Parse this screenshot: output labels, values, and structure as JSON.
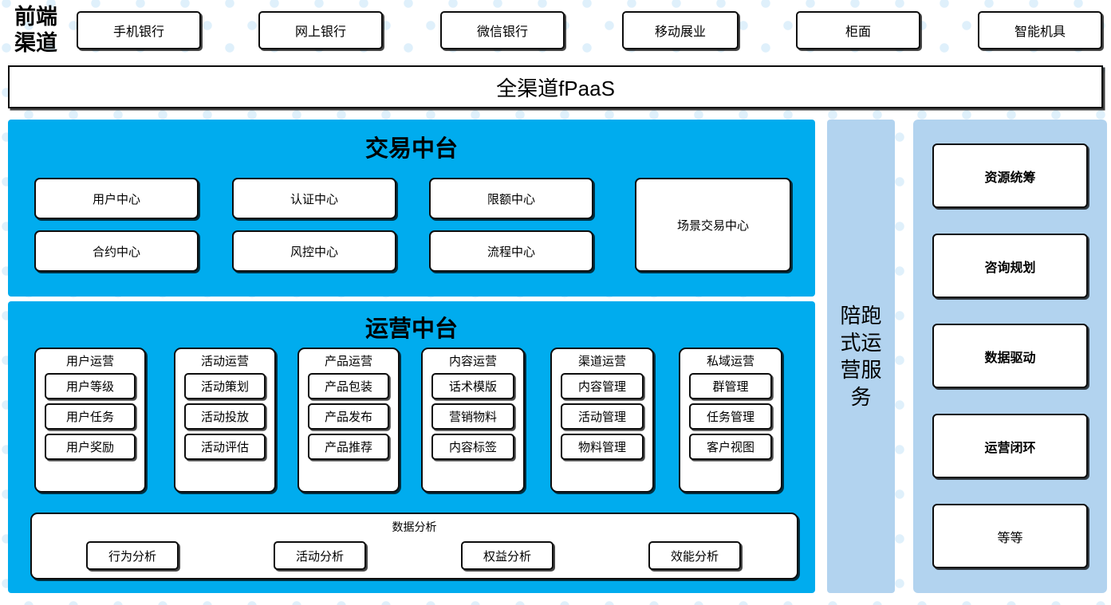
{
  "front_channel": {
    "label": "前端\n渠道",
    "line1": "前端",
    "line2": "渠道",
    "channels": [
      {
        "label": "手机银行"
      },
      {
        "label": "网上银行"
      },
      {
        "label": "微信银行"
      },
      {
        "label": "移动展业"
      },
      {
        "label": "柜面"
      },
      {
        "label": "智能机具"
      }
    ]
  },
  "fpaas": {
    "label": "全渠道fPaaS"
  },
  "trade_center": {
    "title": "交易中台",
    "items": [
      {
        "label": "用户中心"
      },
      {
        "label": "认证中心"
      },
      {
        "label": "限额中心"
      },
      {
        "label": "合约中心"
      },
      {
        "label": "风控中心"
      },
      {
        "label": "流程中心"
      }
    ],
    "big_item": {
      "label": "场景交易中心"
    }
  },
  "ops_center": {
    "title": "运营中台",
    "groups": [
      {
        "title": "用户运营",
        "items": [
          "用户等级",
          "用户任务",
          "用户奖励"
        ]
      },
      {
        "title": "活动运营",
        "items": [
          "活动策划",
          "活动投放",
          "活动评估"
        ]
      },
      {
        "title": "产品运营",
        "items": [
          "产品包装",
          "产品发布",
          "产品推荐"
        ]
      },
      {
        "title": "内容运营",
        "items": [
          "话术模版",
          "营销物料",
          "内容标签"
        ]
      },
      {
        "title": "渠道运营",
        "items": [
          "内容管理",
          "活动管理",
          "物料管理"
        ]
      },
      {
        "title": "私域运营",
        "items": [
          "群管理",
          "任务管理",
          "客户视图"
        ]
      }
    ],
    "data_analysis": {
      "title": "数据分析",
      "items": [
        "行为分析",
        "活动分析",
        "权益分析",
        "效能分析"
      ]
    }
  },
  "service_strip": {
    "label": "陪跑式运营服务",
    "lines": [
      "陪跑",
      "式运",
      "营服",
      "务"
    ]
  },
  "right_column": {
    "items": [
      {
        "label": "资源统筹",
        "bold": true
      },
      {
        "label": "咨询规划",
        "bold": true
      },
      {
        "label": "数据驱动",
        "bold": true
      },
      {
        "label": "运营闭环",
        "bold": true
      },
      {
        "label": "等等",
        "bold": false
      }
    ]
  },
  "colors": {
    "cyan_panel": "#00ACEE",
    "light_blue_panel": "#B2D3EF",
    "background_dot": "#DFF0FB",
    "box_border": "#0D0D0D",
    "box_fill": "#FFFFFF"
  }
}
